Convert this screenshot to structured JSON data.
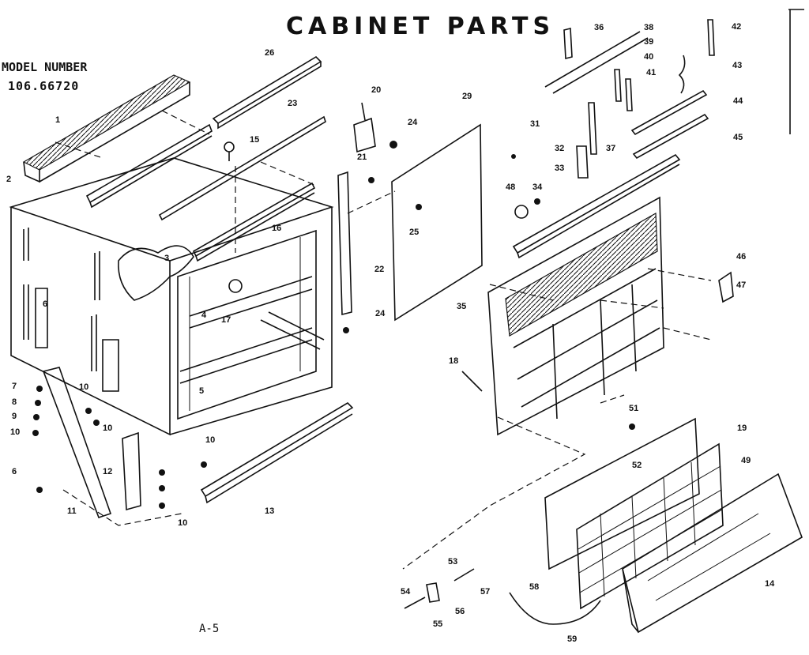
{
  "diagram": {
    "title": "CABINET PARTS",
    "model_label": "MODEL NUMBER",
    "model_number": "106.66720",
    "page_code": "A-5",
    "callouts": [
      "1",
      "2",
      "3",
      "4",
      "5",
      "6",
      "7",
      "8",
      "9",
      "10",
      "10",
      "10",
      "10",
      "10",
      "11",
      "12",
      "13",
      "14",
      "15",
      "16",
      "17",
      "18",
      "19",
      "20",
      "21",
      "22",
      "23",
      "24",
      "24",
      "25",
      "26",
      "29",
      "31",
      "32",
      "33",
      "34",
      "35",
      "36",
      "37",
      "38",
      "39",
      "40",
      "41",
      "42",
      "43",
      "44",
      "45",
      "46",
      "47",
      "48",
      "49",
      "51",
      "52",
      "53",
      "54",
      "55",
      "56",
      "57",
      "58",
      "59",
      "6"
    ]
  }
}
